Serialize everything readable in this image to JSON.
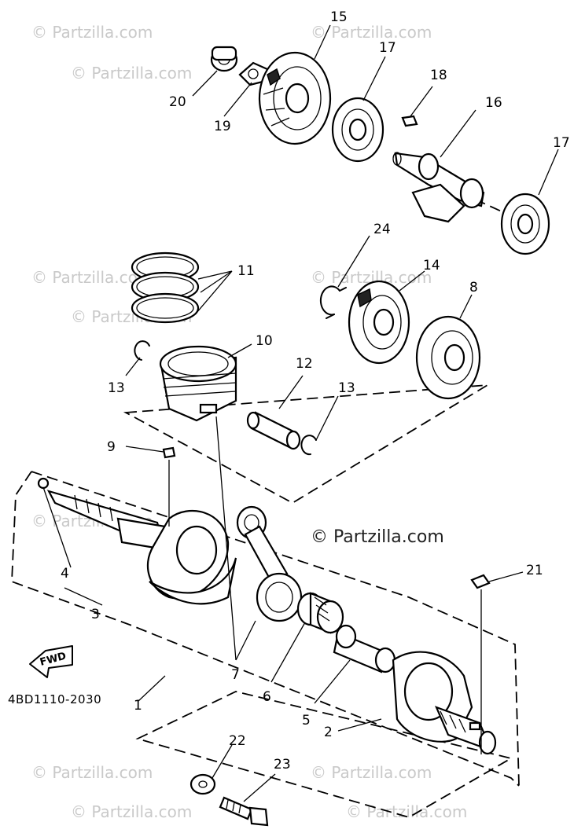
{
  "diagram": {
    "code": "4BD1110-2030",
    "fwd_label": "FWD",
    "watermark_small": "© Partzilla.com",
    "watermark_main": "© Partzilla.com"
  },
  "callouts": {
    "c1": "1",
    "c2": "2",
    "c3": "3",
    "c4": "4",
    "c5": "5",
    "c6": "6",
    "c7": "7",
    "c8": "8",
    "c9": "9",
    "c10": "10",
    "c11": "11",
    "c12": "12",
    "c13a": "13",
    "c13b": "13",
    "c14": "14",
    "c15": "15",
    "c16": "16",
    "c17a": "17",
    "c17b": "17",
    "c18": "18",
    "c19": "19",
    "c20": "20",
    "c21": "21",
    "c22": "22",
    "c23": "23",
    "c24": "24"
  }
}
